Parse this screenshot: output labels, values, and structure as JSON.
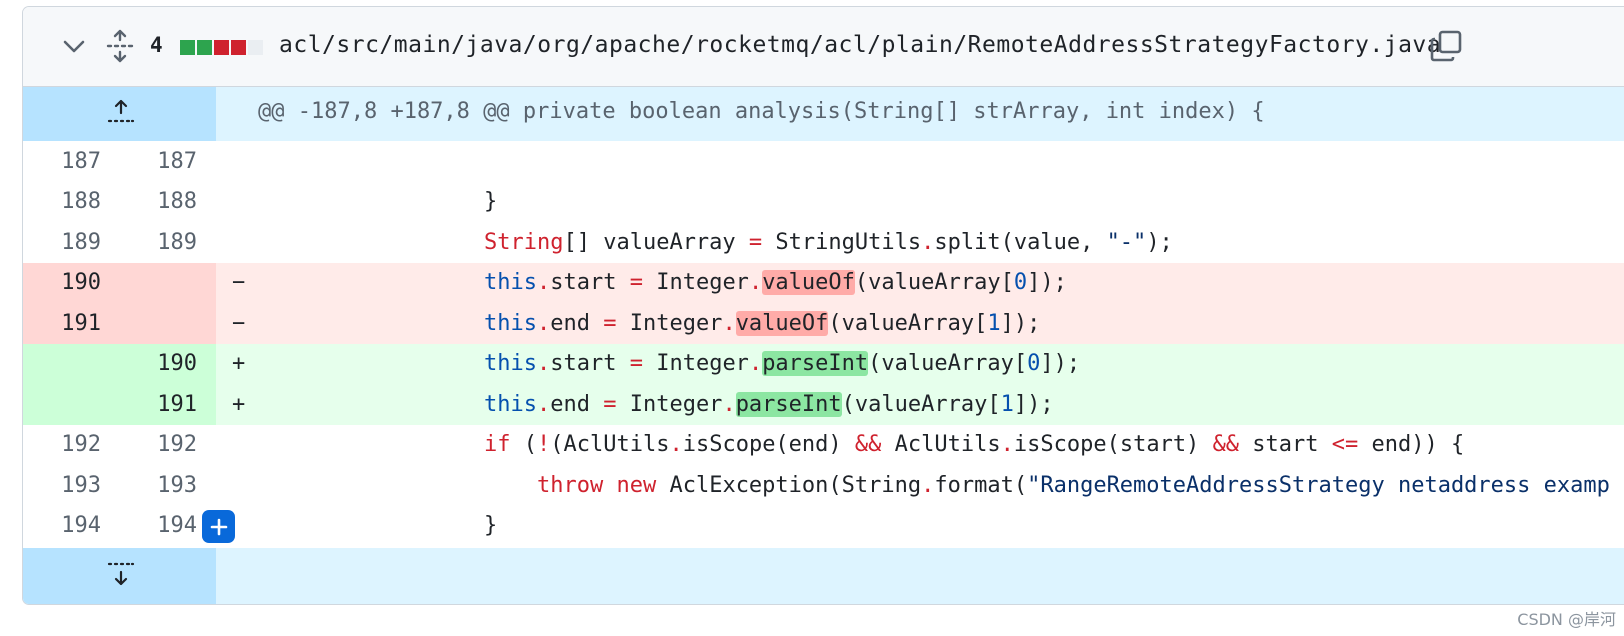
{
  "file": {
    "changes_count": "4",
    "diffstat": [
      "#2da44e",
      "#2da44e",
      "#cf222e",
      "#cf222e",
      "#eaeef2"
    ],
    "path": "acl/src/main/java/org/apache/rocketmq/acl/plain/RemoteAddressStrategyFactory.java"
  },
  "hunk": {
    "header": "@@ -187,8 +187,8 @@ private boolean analysis(String[] strArray, int index) {"
  },
  "lines": [
    {
      "old": "187",
      "new": "187",
      "marker": ""
    },
    {
      "old": "188",
      "new": "188",
      "marker": ""
    },
    {
      "old": "189",
      "new": "189",
      "marker": ""
    },
    {
      "old": "190",
      "new": "",
      "marker": "−"
    },
    {
      "old": "191",
      "new": "",
      "marker": "−"
    },
    {
      "old": "",
      "new": "190",
      "marker": "+"
    },
    {
      "old": "",
      "new": "191",
      "marker": "+"
    },
    {
      "old": "192",
      "new": "192",
      "marker": ""
    },
    {
      "old": "193",
      "new": "193",
      "marker": ""
    },
    {
      "old": "194",
      "new": "194",
      "marker": ""
    }
  ],
  "code": {
    "l188": "}",
    "l189_type": "String",
    "l189_a": "[] valueArray ",
    "l189_eq": "=",
    "l189_b": " StringUtils",
    "l189_dot": ".",
    "l189_c": "split(value, ",
    "l189_str": "\"-\"",
    "l189_d": ");",
    "this": "this",
    "dot": ".",
    "start": "start ",
    "end": "end ",
    "eq": "=",
    "integer": " Integer",
    "valueOf": "valueOf",
    "parseInt": "parseInt",
    "arg_open": "(valueArray[",
    "zero": "0",
    "one": "1",
    "arg_close": "]);",
    "l192_if": "if",
    "l192_a": " (",
    "l192_not": "!",
    "l192_b": "(AclUtils",
    "l192_c": "isScope(end) ",
    "l192_and": "&&",
    "l192_d": " AclUtils",
    "l192_e": "isScope(start) ",
    "l192_f": " start ",
    "l192_le": "<=",
    "l192_g": " end)) {",
    "l193_throw": "throw",
    "l193_new": "new",
    "l193_a": " AclException(String",
    "l193_b": "format(",
    "l193_str": "\"RangeRemoteAddressStrategy netaddress examp",
    "l194": "}"
  },
  "watermark": "CSDN @岸河"
}
